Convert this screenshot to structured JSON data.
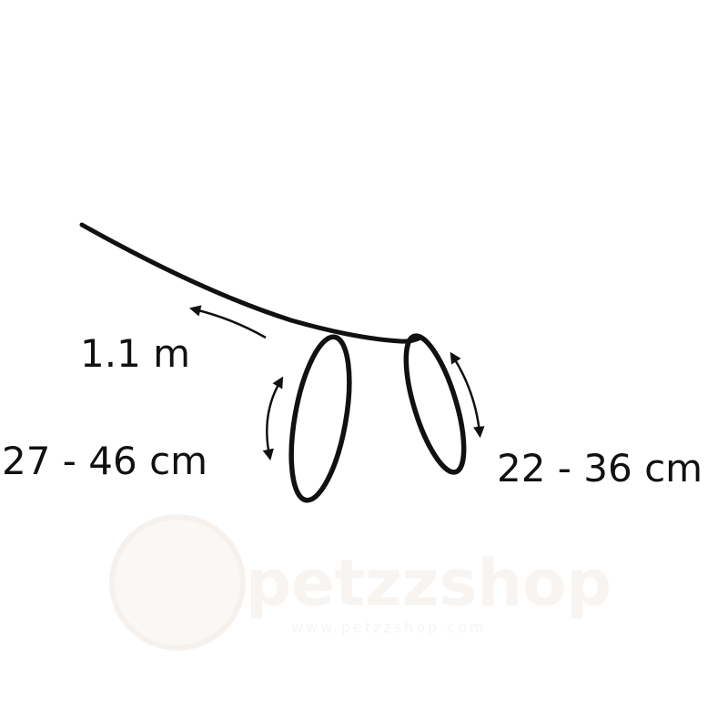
{
  "labels": {
    "lead_length": "1.1 m",
    "neck_range": "27 - 46 cm",
    "chest_range": "22 - 36 cm"
  },
  "watermark": {
    "text": "petzzshop",
    "subtext": "www.petzzshop.com"
  },
  "colors": {
    "stroke": "#111111",
    "watermark": "#f2ece6",
    "background": "#ffffff"
  }
}
